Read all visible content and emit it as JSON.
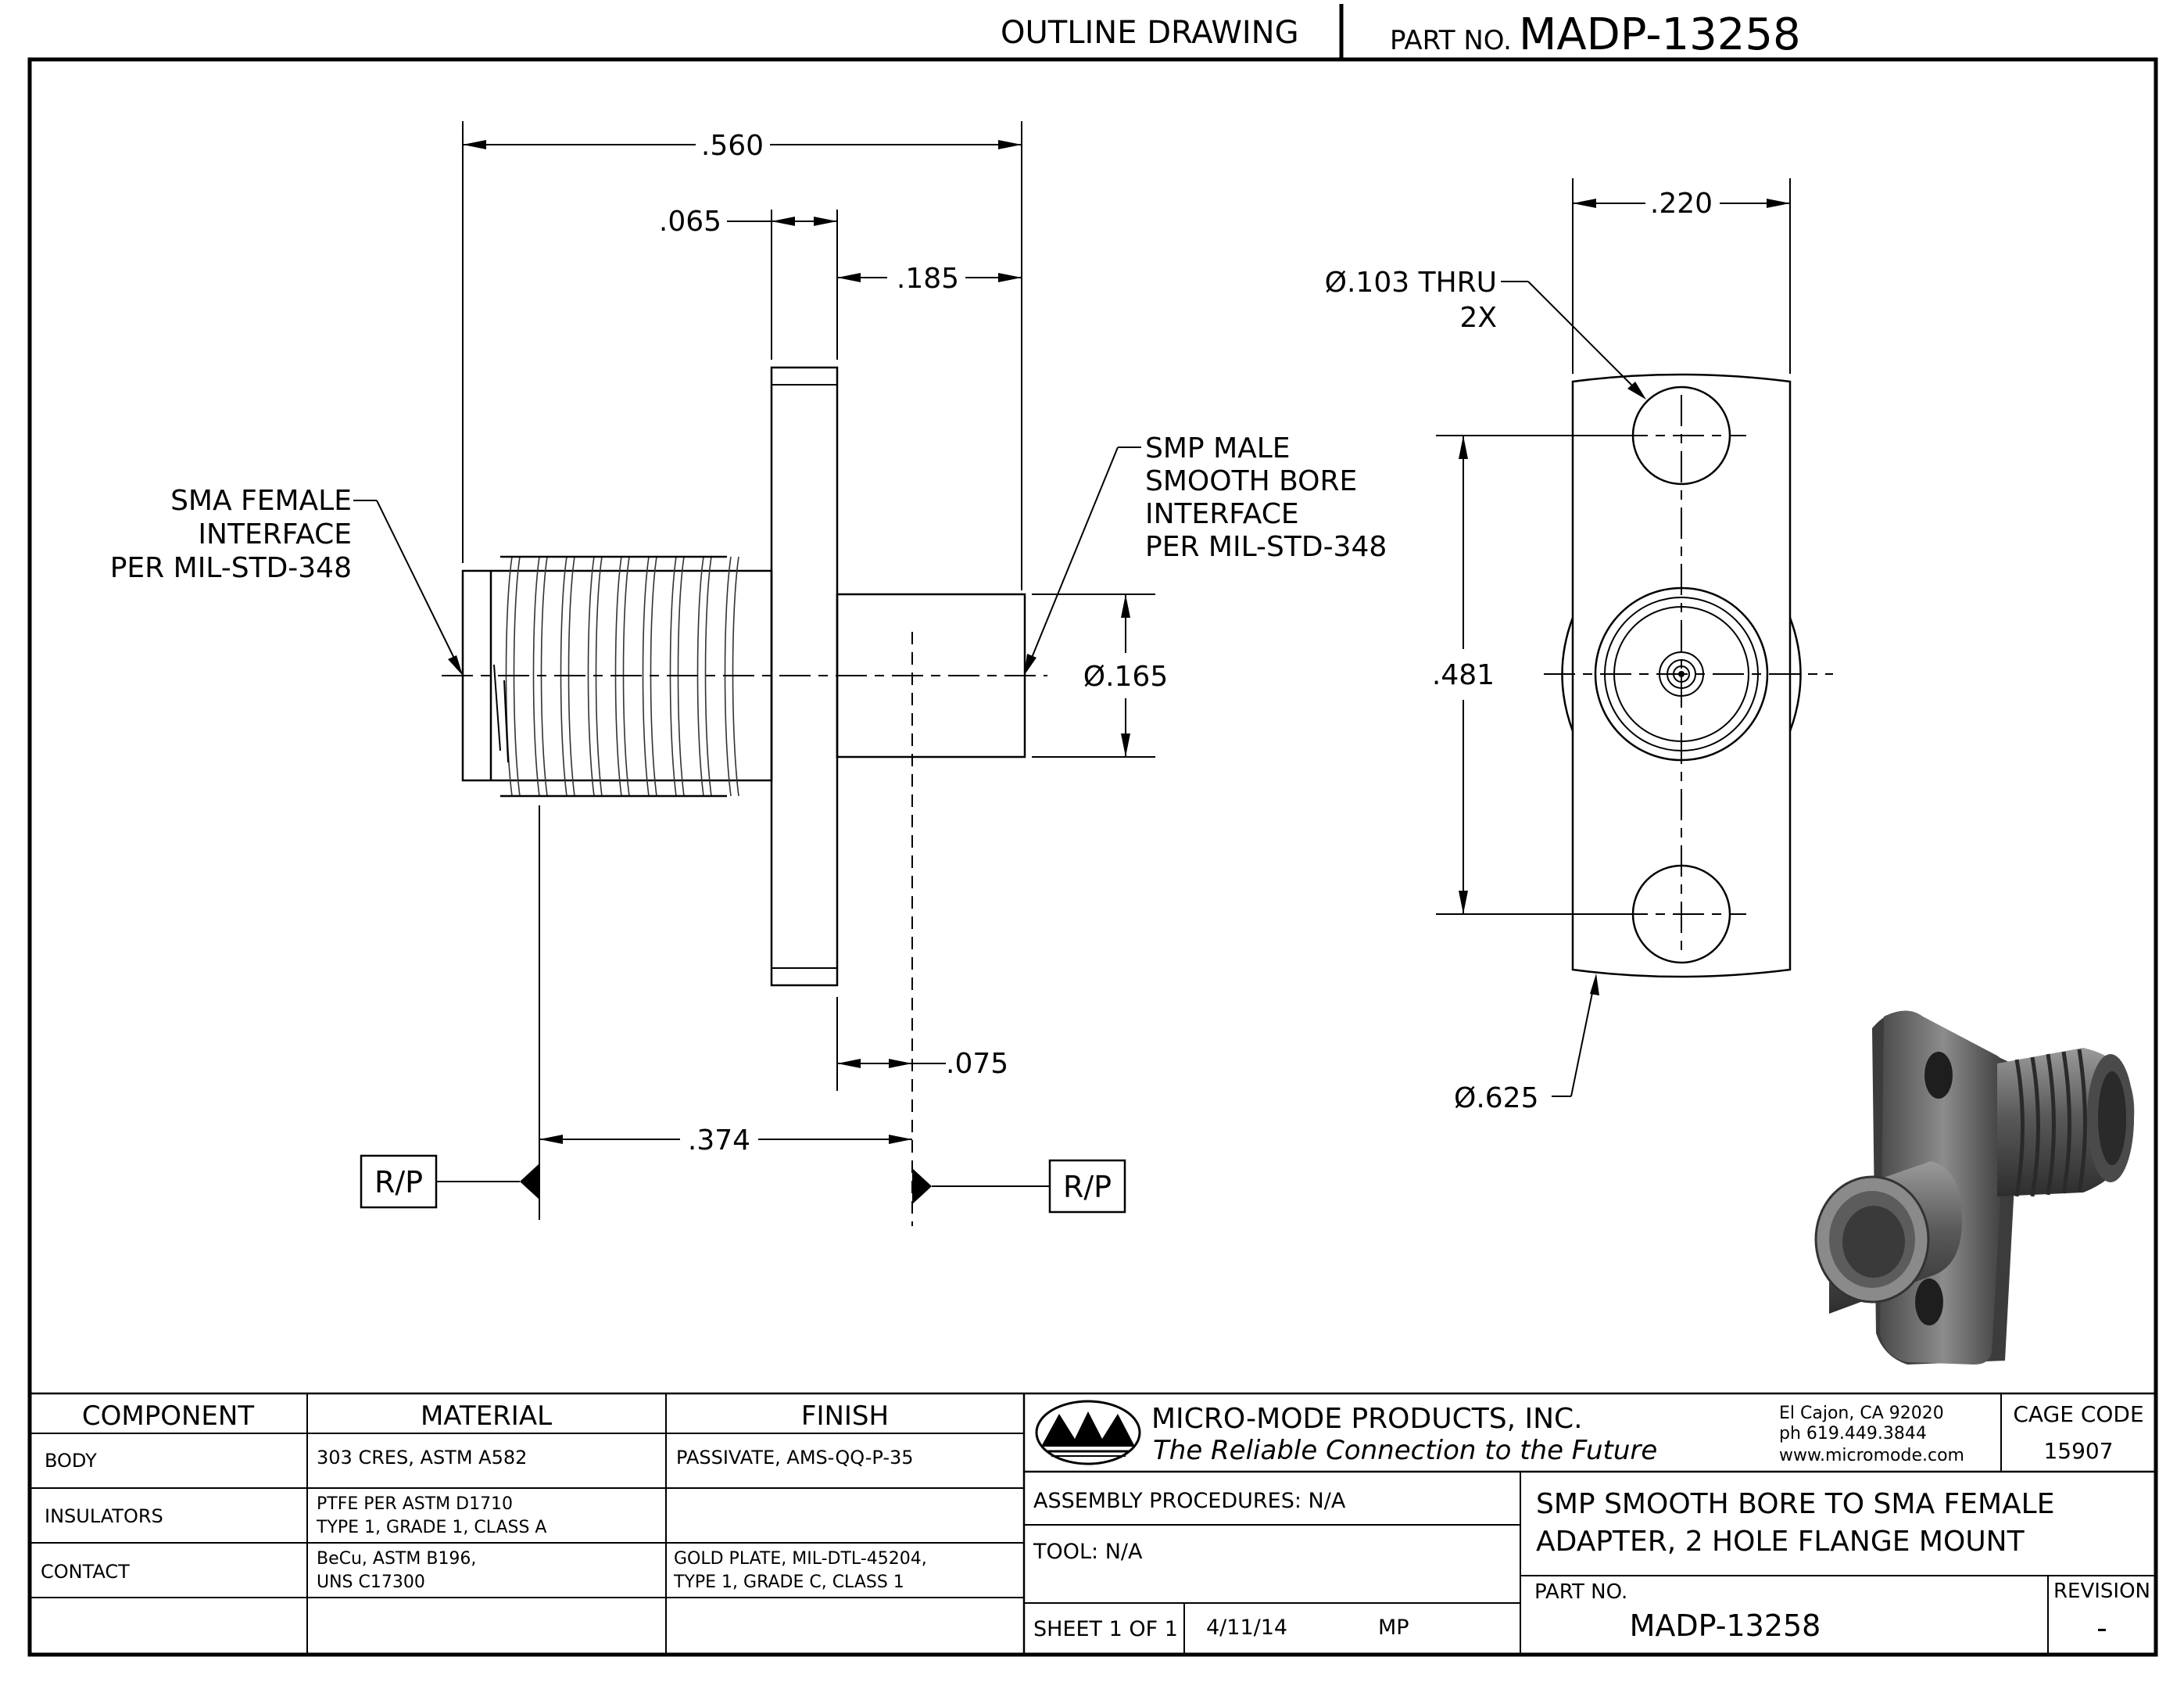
{
  "header": {
    "outline_label": "OUTLINE DRAWING",
    "part_label": "PART NO.",
    "part_number": "MADP-13258"
  },
  "dimensions": {
    "overall_length": ".560",
    "flange_thickness": ".065",
    "smp_length": ".185",
    "smp_diameter": "Ø.165",
    "ref_offset": ".075",
    "ref_distance": ".374",
    "flange_width": ".220",
    "hole_diameter": "Ø.103 THRU",
    "hole_count": "2X",
    "hole_spacing": ".481",
    "flange_diameter": "Ø.625",
    "ref_plane_left": "R/P",
    "ref_plane_right": "R/P"
  },
  "callouts": {
    "sma": [
      "SMA FEMALE",
      "INTERFACE",
      "PER MIL-STD-348"
    ],
    "smp": [
      "SMP MALE",
      "SMOOTH BORE",
      "INTERFACE",
      "PER MIL-STD-348"
    ]
  },
  "bom": {
    "headers": [
      "COMPONENT",
      "MATERIAL",
      "FINISH"
    ],
    "rows": [
      {
        "component": "BODY",
        "material": [
          "303 CRES, ASTM A582"
        ],
        "finish": [
          "PASSIVATE, AMS-QQ-P-35"
        ]
      },
      {
        "component": "INSULATORS",
        "material": [
          "PTFE PER ASTM D1710",
          "TYPE 1, GRADE 1, CLASS A"
        ],
        "finish": []
      },
      {
        "component": "CONTACT",
        "material": [
          "BeCu, ASTM B196,",
          "UNS C17300"
        ],
        "finish": [
          "GOLD PLATE, MIL-DTL-45204,",
          "TYPE 1, GRADE C, CLASS 1"
        ]
      }
    ]
  },
  "title_block": {
    "company": "MICRO-MODE PRODUCTS, INC.",
    "tagline": "The Reliable Connection to the Future",
    "address": [
      "El Cajon, CA 92020",
      "ph 619.449.3844",
      "www.micromode.com"
    ],
    "cage_label": "CAGE CODE",
    "cage_code": "15907",
    "assembly": "ASSEMBLY PROCEDURES:  N/A",
    "tool": "TOOL:  N/A",
    "description": [
      "SMP SMOOTH BORE TO SMA FEMALE",
      "ADAPTER, 2 HOLE FLANGE MOUNT"
    ],
    "part_label": "PART NO.",
    "part_number": "MADP-13258",
    "revision_label": "REVISION",
    "revision": "-",
    "sheet": "SHEET 1 OF 1",
    "date": "4/11/14",
    "drawn_by": "MP"
  },
  "colors": {
    "ink": "#000000",
    "product_gray": "#6e6e6e"
  }
}
